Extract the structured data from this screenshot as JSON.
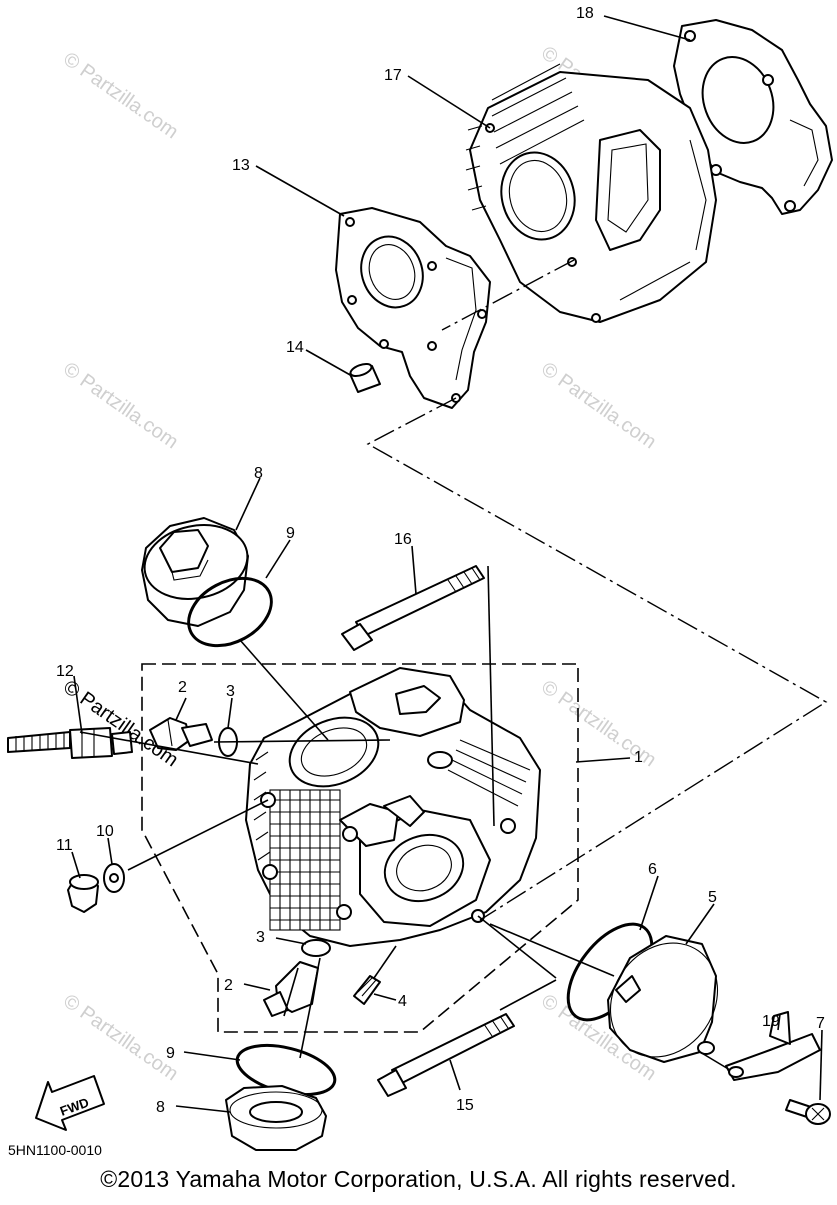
{
  "diagram": {
    "code": "5HN1100-0010",
    "copyright": "©2013 Yamaha Motor Corporation, U.S.A. All rights reserved.",
    "watermark": "© Partzilla.com",
    "fwd_label": "FWD",
    "callouts": {
      "c18": "18",
      "c17": "17",
      "c13": "13",
      "c14": "14",
      "c8a": "8",
      "c9a": "9",
      "c16": "16",
      "c12": "12",
      "c2a": "2",
      "c3a": "3",
      "c1": "1",
      "c11": "11",
      "c10": "10",
      "c6": "6",
      "c5": "5",
      "c3b": "3",
      "c2b": "2",
      "c4": "4",
      "c19": "19",
      "c7": "7",
      "c9b": "9",
      "c15": "15",
      "c8b": "8"
    }
  }
}
